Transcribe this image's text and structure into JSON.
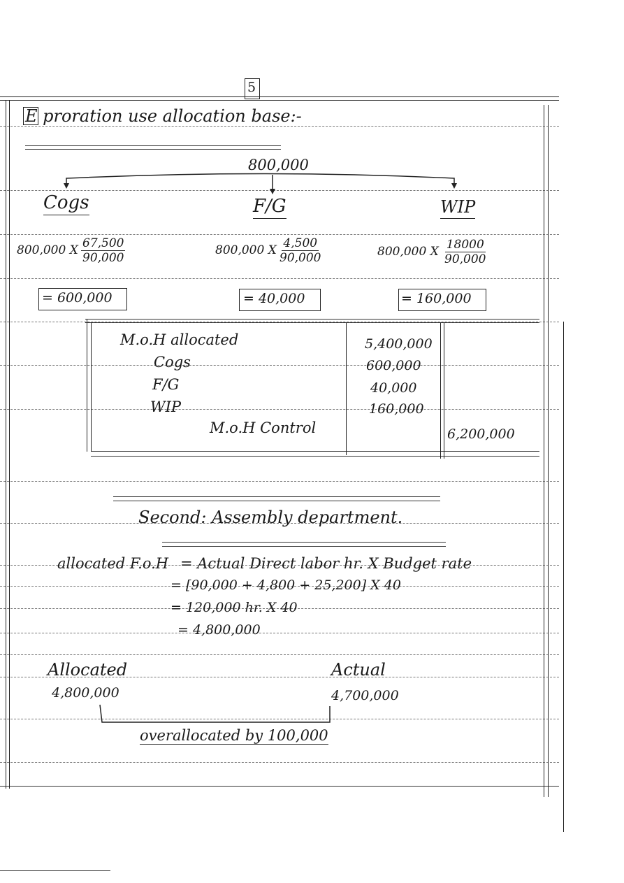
{
  "page": {
    "number": "5"
  },
  "section1": {
    "heading": "E proration use allocation base:-",
    "total": "800,000",
    "cogs": {
      "label": "Cogs",
      "calc": "800,000 X",
      "num": "67,500",
      "den": "90,000",
      "result": "= 600,000"
    },
    "fg": {
      "label": "F/G",
      "calc": "800,000 X",
      "num": "4,500",
      "den": "90,000",
      "result": "= 40,000"
    },
    "wip": {
      "label": "WIP",
      "calc": "800,000 X",
      "num": "18000",
      "den": "90,000",
      "result": "= 160,000"
    }
  },
  "journal": {
    "rows": [
      {
        "account": "M.o.H allocated",
        "debit": "5,400,000",
        "credit": ""
      },
      {
        "account": "Cogs",
        "debit": "600,000",
        "credit": ""
      },
      {
        "account": "F/G",
        "debit": "40,000",
        "credit": ""
      },
      {
        "account": "WIP",
        "debit": "160,000",
        "credit": ""
      },
      {
        "account": "M.o.H Control",
        "debit": "",
        "credit": "6,200,000"
      }
    ]
  },
  "section2": {
    "title": "Second: Assembly department.",
    "eq_lhs": "allocated F.o.H",
    "eq_rhs": "=  Actual Direct labor hr.   X Budget rate",
    "step1": "= [90,000 + 4,800 + 25,200]   X  40",
    "step2": "=  120,000 hr.   X 40",
    "step3": "=    4,800,000",
    "allocated_label": "Allocated",
    "allocated_value": "4,800,000",
    "actual_label": "Actual",
    "actual_value": "4,700,000",
    "conclusion": "overallocated by 100,000"
  }
}
